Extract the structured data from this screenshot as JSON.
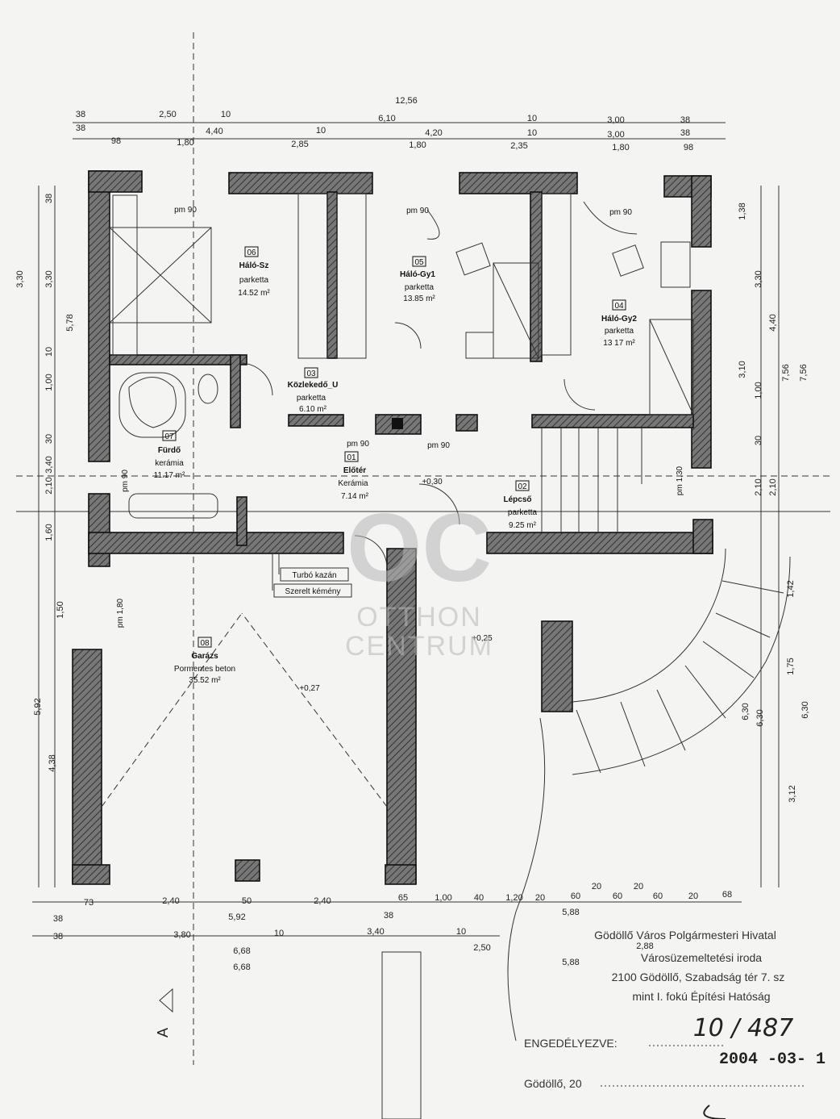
{
  "rooms": {
    "r06": {
      "num": "06",
      "name": "Háló-Sz",
      "floor": "parketta",
      "area": "14.52 m²"
    },
    "r05": {
      "num": "05",
      "name": "Háló-Gy1",
      "floor": "parketta",
      "area": "13.85 m²"
    },
    "r04": {
      "num": "04",
      "name": "Háló-Gy2",
      "floor": "parketta",
      "area": "13 17 m²"
    },
    "r03": {
      "num": "03",
      "name": "Közlekedő_U",
      "floor": "parketta",
      "area": "6.10 m²"
    },
    "r07": {
      "num": "07",
      "name": "Fürdő",
      "floor": "kerámia",
      "area": "11.17 m²"
    },
    "r01": {
      "num": "01",
      "name": "Előtér",
      "floor": "Kerámia",
      "area": "7.14 m²"
    },
    "r02": {
      "num": "02",
      "name": "Lépcső",
      "floor": "parketta",
      "area": "9.25 m²"
    },
    "r08": {
      "num": "08",
      "name": "Garázs",
      "floor": "Pormentes beton",
      "area": "35.52 m²"
    }
  },
  "labels": {
    "turbo": "Turbó kazán",
    "chimney": "Szerelt kémény",
    "pm90a": "pm 90",
    "pm90b": "pm 90",
    "pm90c": "pm 90",
    "pm90d": "pm 90",
    "pm90e": "pm 90",
    "pm90f": "pm 90",
    "pm180": "pm 1,80",
    "pm130": "pm 1,30",
    "lvl030": "+0,30",
    "lvl025": "+0,25",
    "lvl027": "+0,27",
    "section": "A"
  },
  "dims_top": {
    "d1256": "12,56",
    "d38a": "38",
    "d250": "2,50",
    "d10a": "10",
    "d610": "6,10",
    "d10b": "10",
    "d300a": "3,00",
    "d38b": "38",
    "d38c": "38",
    "d440": "4,40",
    "d10c": "10",
    "d420": "4,20",
    "d10d": "10",
    "d300b": "3,00",
    "d38d": "38",
    "d98a": "98",
    "d180a": "1,80",
    "d285": "2,85",
    "d180b": "1,80",
    "d235": "2,35",
    "d180c": "1,80",
    "d98b": "98"
  },
  "dims_left": {
    "v330a": "3,30",
    "v330b": "3,30",
    "v38": "38",
    "v578": "5,78",
    "v10": "10",
    "v100": "1,00",
    "v30": "30",
    "v340": "3,40",
    "v210": "2,10",
    "v160": "1,60",
    "v150": "1,50",
    "v592": "5,92",
    "v438": "4,38"
  },
  "dims_right": {
    "v138": "1,38",
    "v330": "3,30",
    "v440": "4,40",
    "v310": "3,10",
    "v756a": "7,56",
    "v756b": "7,56",
    "v100": "1,00",
    "v30": "30",
    "v210a": "2,10",
    "v210b": "2,10",
    "v142": "1,42",
    "v175": "1,75",
    "v630a": "6,30",
    "v630b": "6,30",
    "v630c": "6,30",
    "v312": "3,12"
  },
  "dims_bottom": {
    "b73": "73",
    "b240a": "2,40",
    "b50": "50",
    "b240b": "2,40",
    "b65": "65",
    "b100": "1,00",
    "b40": "40",
    "b120": "1,20",
    "b20a": "20",
    "b60a": "60",
    "b20b": "20",
    "b60b": "60",
    "b20c": "20",
    "b60c": "60",
    "b20d": "20",
    "b68": "68",
    "b38a": "38",
    "b592": "5,92",
    "b38b": "38",
    "b588a": "5,88",
    "b38c": "38",
    "b380": "3,80",
    "b10a": "10",
    "b340": "3,40",
    "b10b": "10",
    "b250": "2,50",
    "b288": "2,88",
    "b668a": "6,68",
    "b668b": "6,68",
    "b588b": "5,88"
  },
  "stamp": {
    "line1": "Gödöllő Város Polgármesteri Hivatal",
    "line2": "Városüzemeltetési iroda",
    "line3": "2100 Gödöllő, Szabadság tér 7. sz",
    "line4": "mint I. fokú Építési Hatóság",
    "line5": "ENGEDÉLYEZVE:",
    "line6": "Gödöllő, 20",
    "number": "10 / 487",
    "date": "2004 -03- 1"
  },
  "watermark": {
    "logo": "OC",
    "line1": "OTTHON",
    "line2": "CENTRUM"
  }
}
